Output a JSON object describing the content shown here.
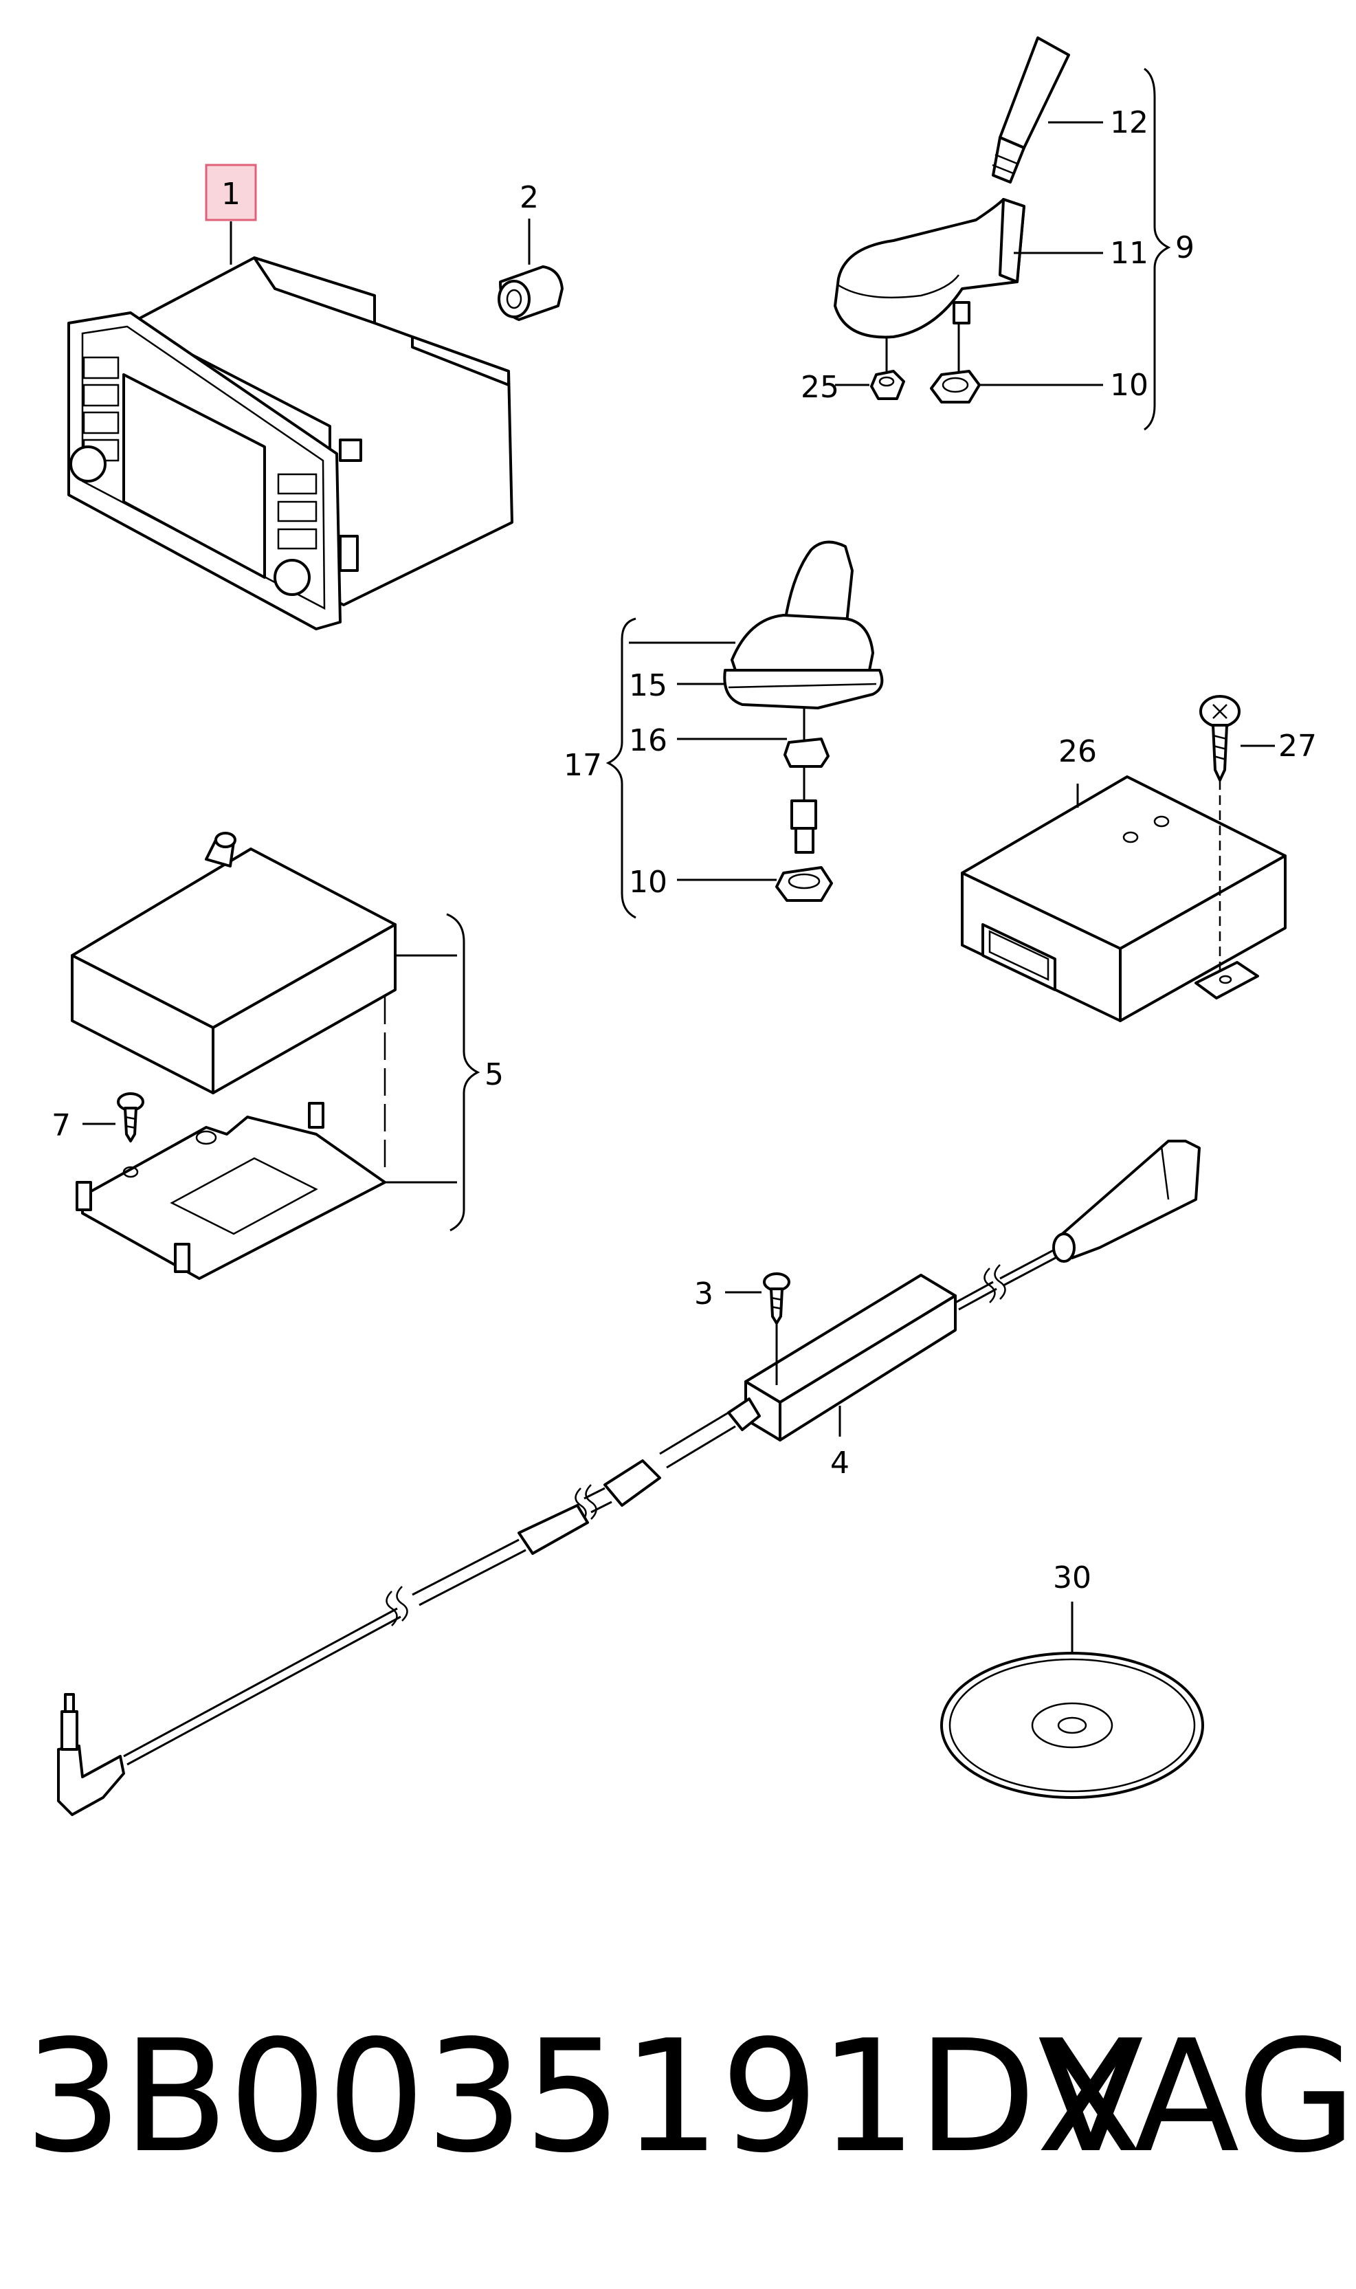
{
  "colors": {
    "line": "#000000",
    "background": "#ffffff",
    "highlight_fill": "#f9d6dc",
    "highlight_stroke": "#e0607a"
  },
  "callouts": {
    "c1": "1",
    "c2": "2",
    "c3": "3",
    "c4": "4",
    "c5": "5",
    "c7": "7",
    "c9": "9",
    "c10a": "10",
    "c10b": "10",
    "c11": "11",
    "c12": "12",
    "c15": "15",
    "c16": "16",
    "c17": "17",
    "c25": "25",
    "c26": "26",
    "c27": "27",
    "c30": "30"
  },
  "footer": {
    "part_number": "3B0035191DX",
    "brand": "VAG"
  }
}
